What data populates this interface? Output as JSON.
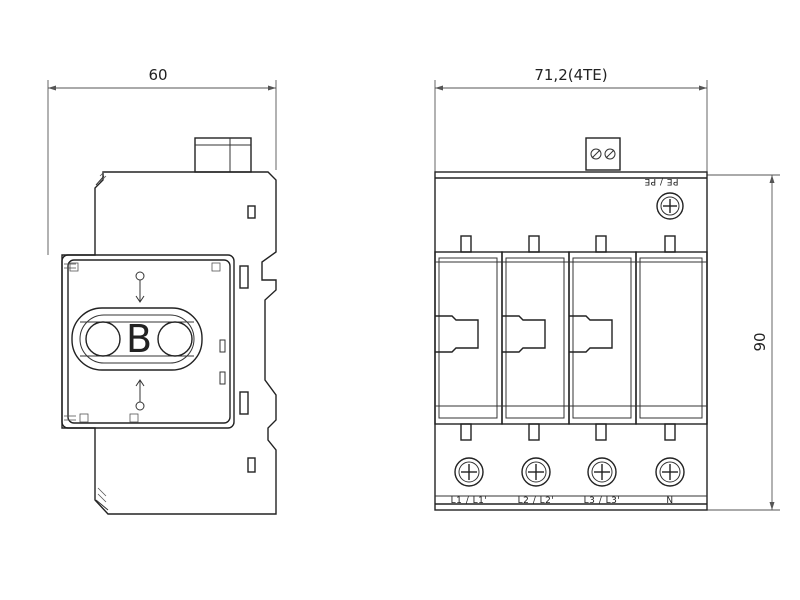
{
  "side_view": {
    "width_label": "60",
    "brand_letters": [
      "O",
      "B",
      "O"
    ]
  },
  "front_view": {
    "width_label": "71,2(4TE)",
    "height_label": "90",
    "terminals_bottom": [
      "L1 / L1'",
      "L2 / L2'",
      "L3 / L3'",
      "N"
    ],
    "terminal_top": "PE / PE"
  }
}
